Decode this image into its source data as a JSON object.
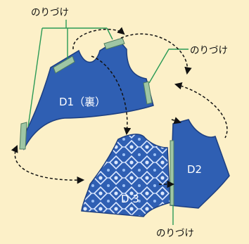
{
  "labels": {
    "glue_top": "のりづけ",
    "glue_right": "のりづけ",
    "glue_bottom": "のりづけ",
    "piece_d1": "D1（裏）",
    "piece_d2": "D2",
    "piece_d3": "D 3"
  },
  "colors": {
    "background": "#fcf0c8",
    "piece_fill": "#2f5fb3",
    "piece_edge": "#1c3e80",
    "glue_strip": "#9fc6a4",
    "leader_line": "#2a9a55",
    "arrow": "#111111"
  }
}
